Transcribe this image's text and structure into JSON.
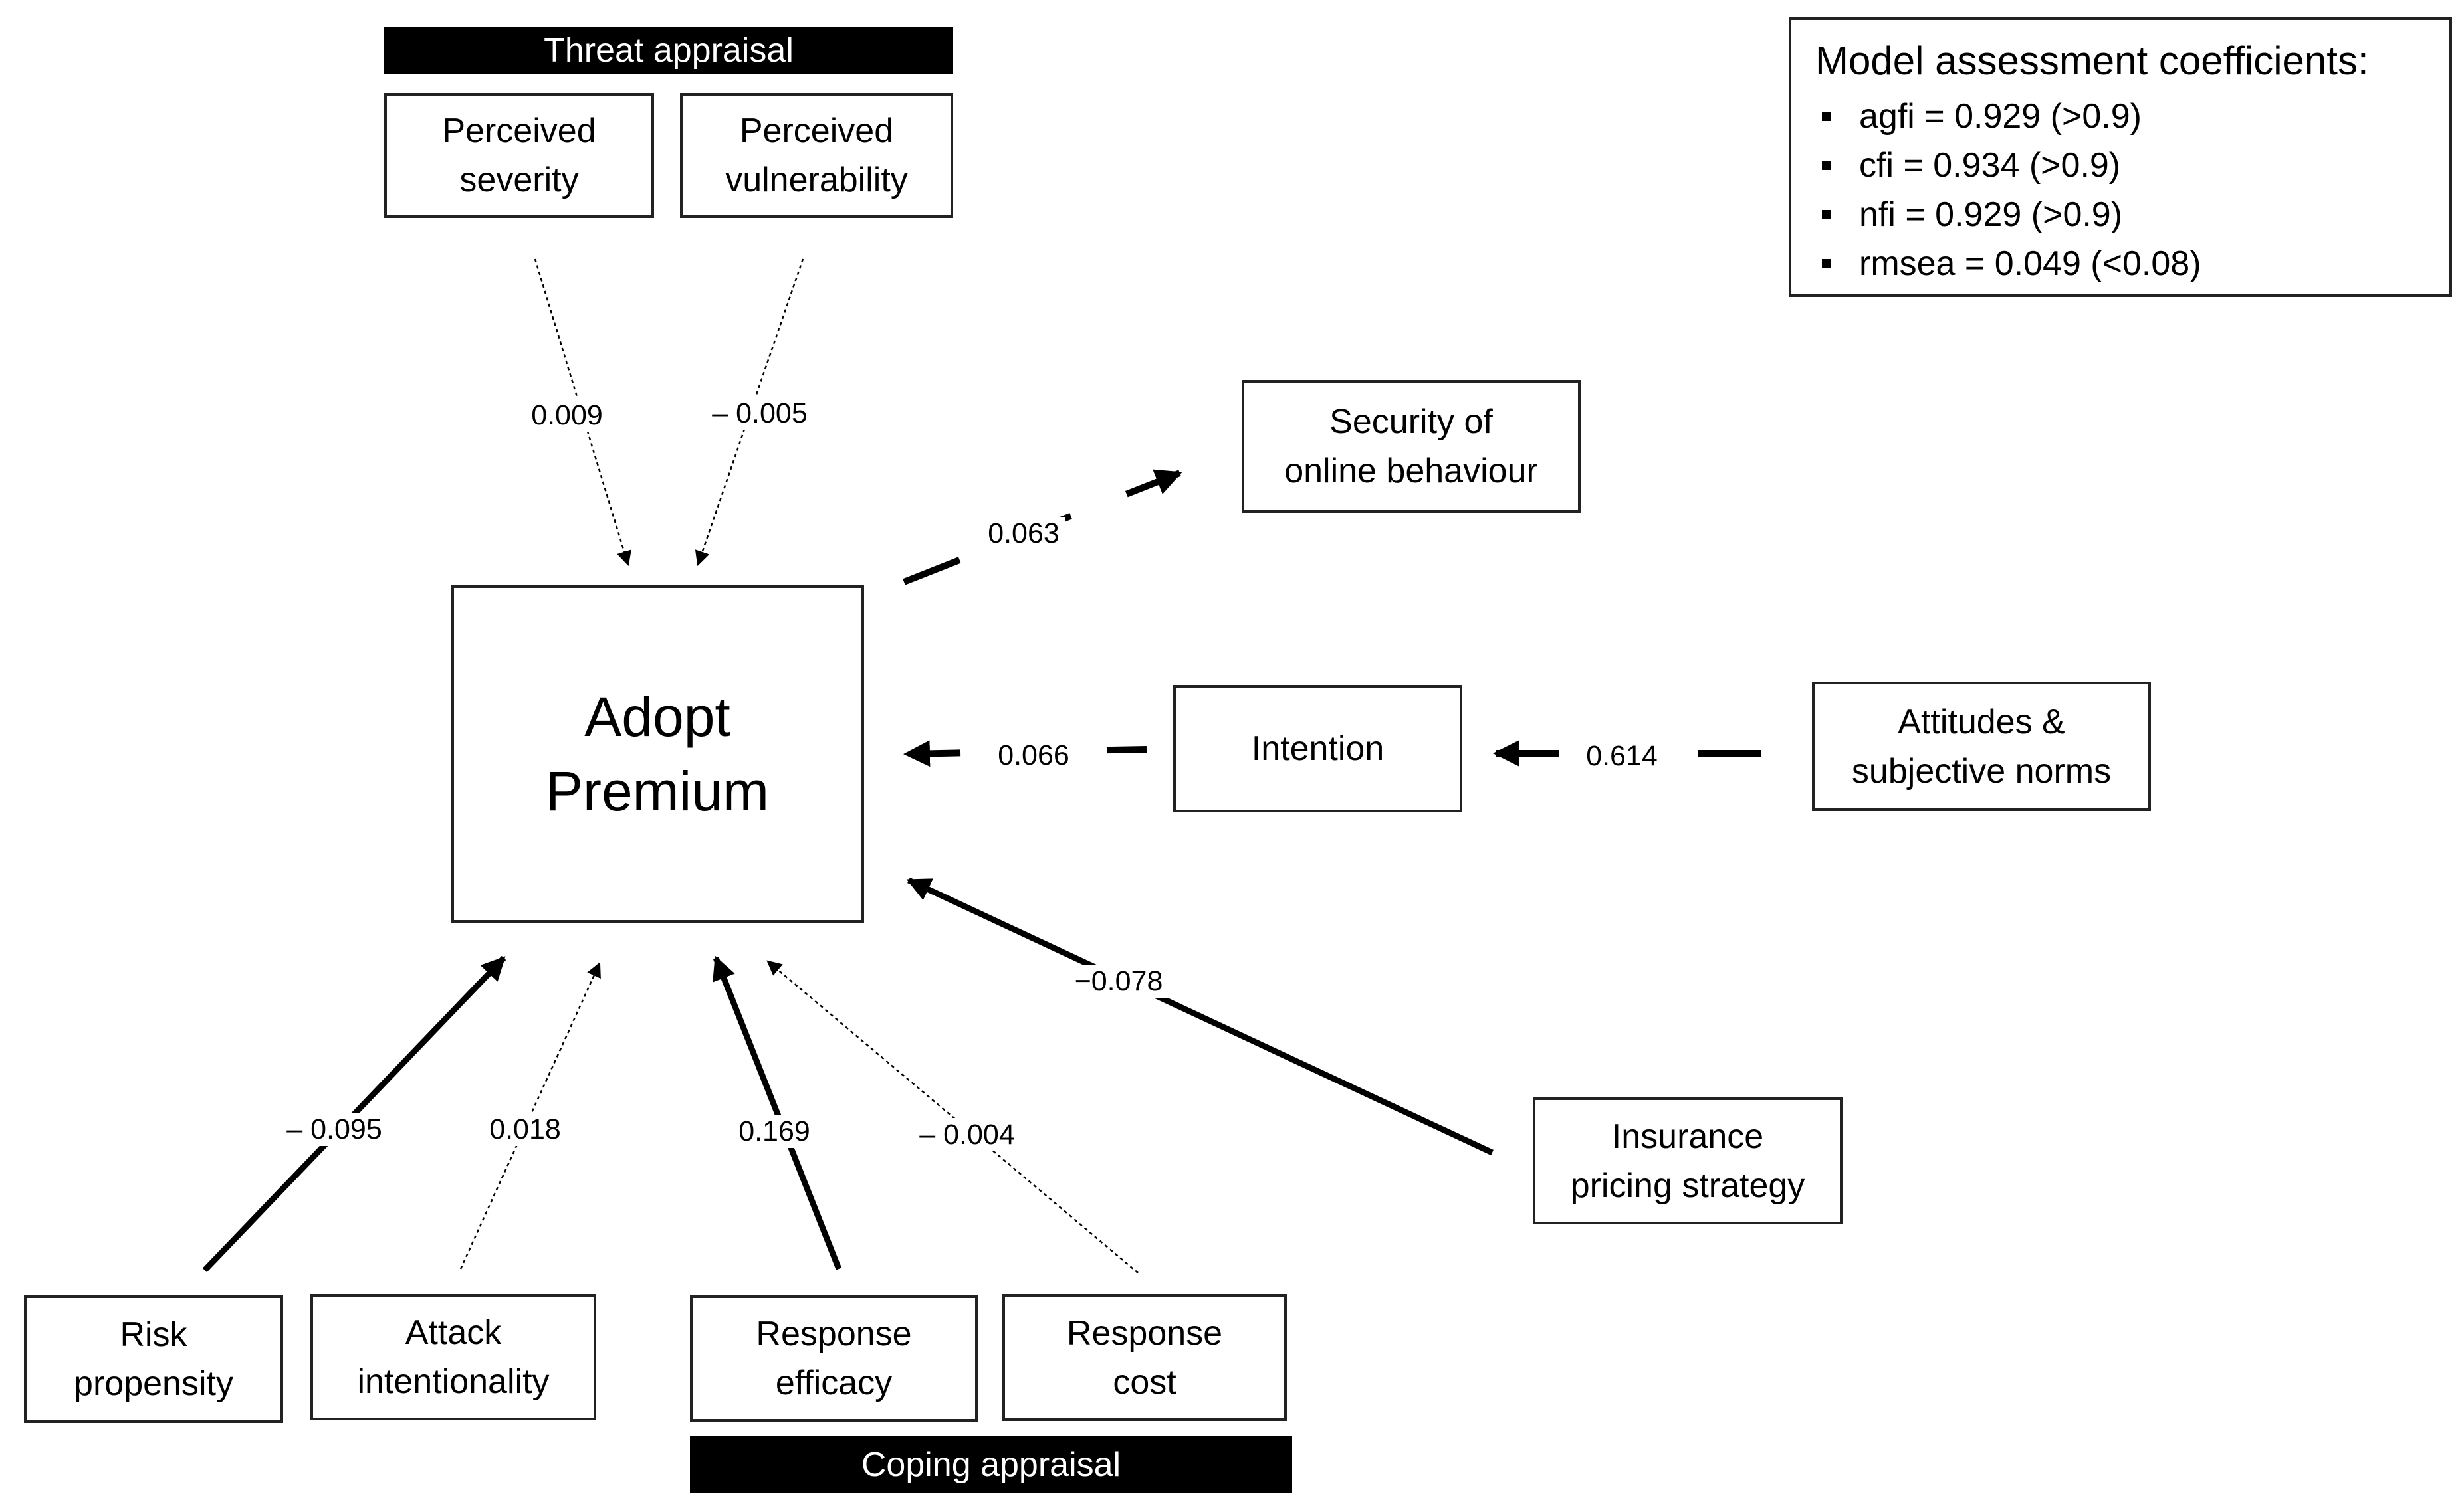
{
  "groups": {
    "threat": "Threat appraisal",
    "coping": "Coping appraisal"
  },
  "nodes": {
    "perceived_severity": "Perceived\nseverity",
    "perceived_vulnerability": "Perceived\nvulnerability",
    "adopt_premium": "Adopt\nPremium",
    "security_online": "Security of\nonline behaviour",
    "intention": "Intention",
    "attitudes_norms": "Attitudes &\nsubjective norms",
    "insurance_pricing": "Insurance\npricing strategy",
    "risk_propensity": "Risk\npropensity",
    "attack_intentionality": "Attack\nintentionality",
    "response_efficacy": "Response\nefficacy",
    "response_cost": "Response\ncost"
  },
  "edges": {
    "severity": "0.009",
    "vulnerability": "– 0.005",
    "security": "0.063",
    "intention": "0.066",
    "attitudes": "0.614",
    "pricing": "−0.078",
    "risk": "– 0.095",
    "attack": "0.018",
    "efficacy": "0.169",
    "cost": "– 0.004"
  },
  "assessment": {
    "title": "Model assessment coefficients:",
    "items": [
      "agfi = 0.929 (>0.9)",
      "cfi = 0.934 (>0.9)",
      "nfi = 0.929 (>0.9)",
      "rmsea = 0.049 (<0.08)"
    ]
  },
  "colors": {
    "stroke": "#000000",
    "bar_background": "#000000",
    "bar_text": "#ffffff"
  }
}
